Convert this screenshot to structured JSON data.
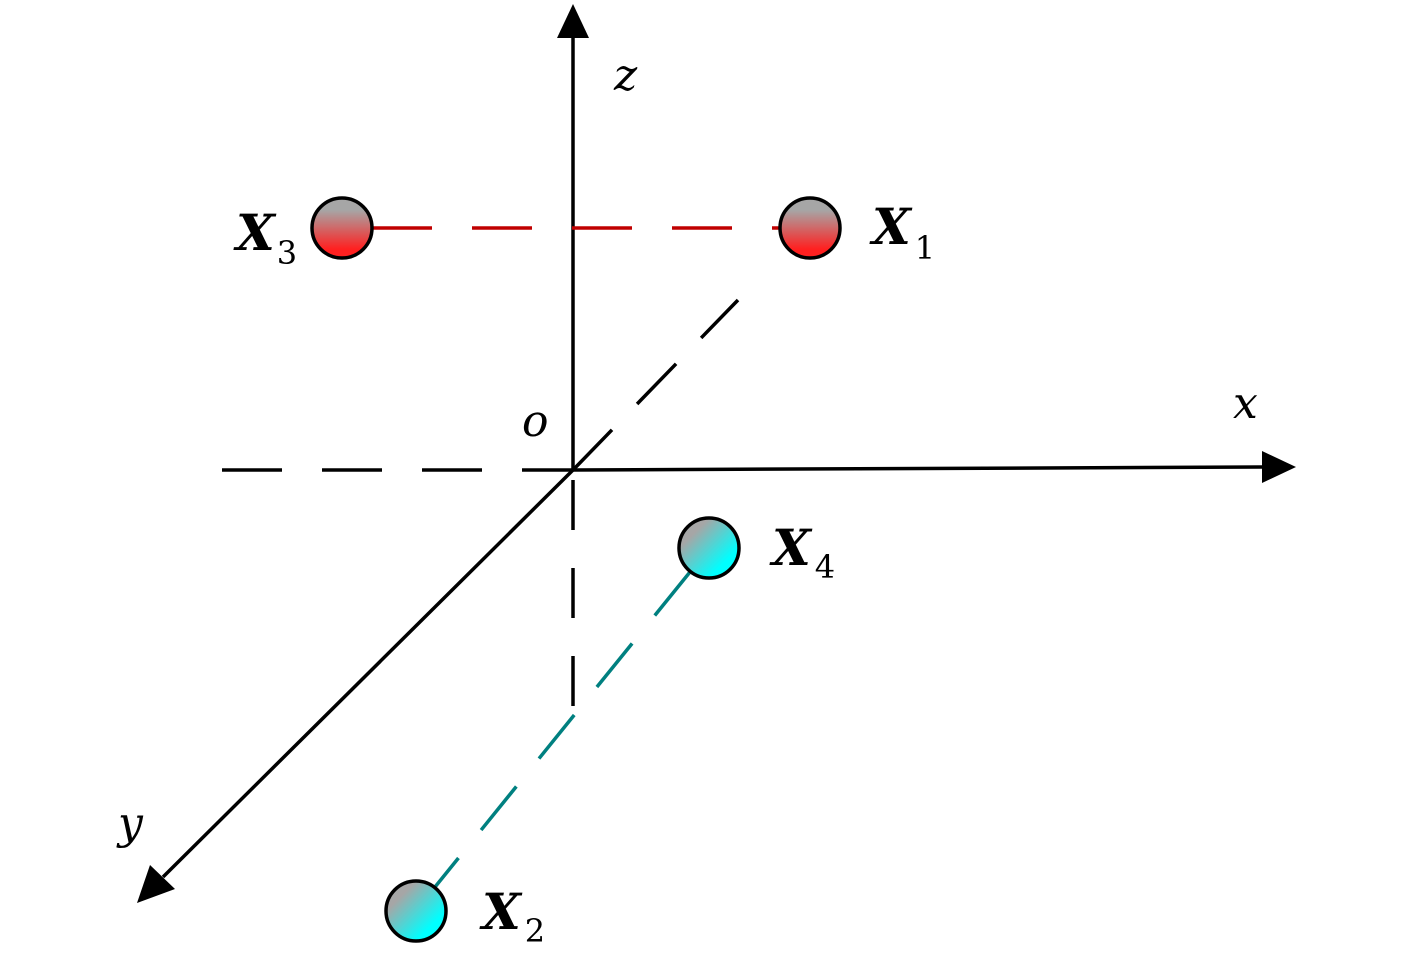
{
  "axes": {
    "x_label": "x",
    "y_label": "y",
    "z_label": "z",
    "origin_label": "o"
  },
  "points": [
    {
      "id": "x1",
      "main": "X",
      "sub": "1",
      "fill_top": "#a6a6a6",
      "fill_bottom": "#ff2020"
    },
    {
      "id": "x2",
      "main": "X",
      "sub": "2",
      "fill_top": "#a6a6a6",
      "fill_bottom": "#00ffff"
    },
    {
      "id": "x3",
      "main": "X",
      "sub": "3",
      "fill_top": "#a6a6a6",
      "fill_bottom": "#ff2020"
    },
    {
      "id": "x4",
      "main": "X",
      "sub": "4",
      "fill_top": "#a6a6a6",
      "fill_bottom": "#00ffff"
    }
  ],
  "colors": {
    "axis": "#000000",
    "red_connector": "#c00000",
    "teal_connector": "#008080"
  }
}
